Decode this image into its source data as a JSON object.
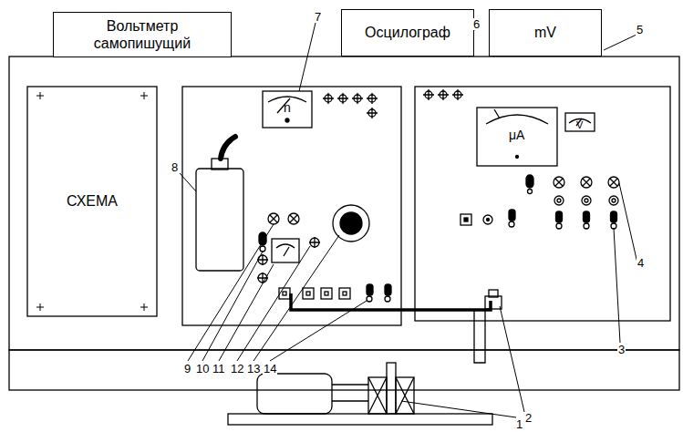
{
  "diagram": {
    "nodes": [
      {
        "text": [
          "Вольтметр самопишущий"
        ]
      },
      {
        "text": [
          "Осцилограф"
        ]
      },
      {
        "text": [
          "mV"
        ]
      },
      {
        "text": [
          "СХЕМА"
        ]
      }
    ],
    "labels": [
      "7",
      "6",
      "5",
      "8",
      "9",
      "10",
      "11",
      "12",
      "13",
      "14",
      "4",
      "3",
      "1",
      "2",
      "n",
      "μA",
      "V"
    ]
  }
}
